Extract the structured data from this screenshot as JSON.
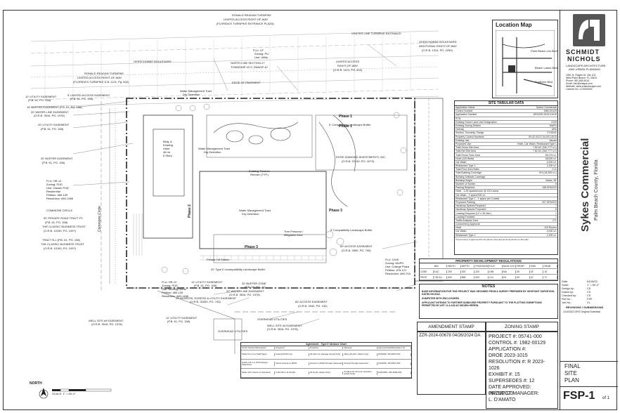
{
  "firm": {
    "name_line1": "SCHMIDT",
    "name_line2": "NICHOLS",
    "tagline1": "LANDSCAPE ARCHITECTURE",
    "tagline2": "AND URBAN PLANNING",
    "address1": "1551 N. Flagler Dr. Ste 102",
    "address2": "West Palm Beach, FL 33401",
    "phone": "Phone: 561.684.6141",
    "email": "Email: info@snlapa.com",
    "website": "Website: www.snlandscape.com",
    "license": "License No. LC0000032"
  },
  "project": {
    "title": "Sykes Commercial",
    "location": "Palm Beach County, Florida"
  },
  "titleblock": {
    "rows": [
      {
        "label": "Date:",
        "value": "04/18/22"
      },
      {
        "label": "Scale:",
        "value": "1\" = 50'-0\""
      },
      {
        "label": "Design by:",
        "value": "CS"
      },
      {
        "label": "Drawn by:",
        "value": "CS"
      },
      {
        "label": "Checked by:",
        "value": "CS"
      },
      {
        "label": "File No.:",
        "value": "FSP"
      },
      {
        "label": "Job No.:",
        "value": "21-"
      }
    ],
    "revisions_title": "REVISIONS / SUBMISSIONS",
    "revision_1": "1/24/2022 DRO Original Submittal",
    "sheet_name_1": "FINAL",
    "sheet_name_2": "SITE",
    "sheet_name_3": "PLAN",
    "sheet_number": "FSP-1",
    "sheet_of": "of 1"
  },
  "location_map": {
    "title": "Location Map",
    "label_1": "Palm Beach Lks Blvd",
    "label_2": "Beach Lakes Blvd",
    "label_3": "Southern Blvd"
  },
  "site_table": {
    "title": "SITE TABULAR DATA",
    "rows": [
      {
        "label": "Application Name",
        "value": "Sykes Commercial"
      },
      {
        "label": "Control Number",
        "value": "1982-00129"
      },
      {
        "label": "Application Number",
        "value": "DRO/DE 2023-01015"
      },
      {
        "label": "PCN",
        "value": ""
      },
      {
        "label": "Existing Future Land Use Designation",
        "value": "CH/5"
      },
      {
        "label": "Existing Zoning District",
        "value": "MUPD"
      },
      {
        "label": "Overlay",
        "value": "URA"
      },
      {
        "label": "Section, Township, Range",
        "value": "27/43/42"
      },
      {
        "label": "Property Control Numbers",
        "value": "00-42-43-27-04-001-0010"
      },
      {
        "label": "Existing Use",
        "value": "Vacant"
      },
      {
        "label": "Proposed Use",
        "value": "Hotel, Car Wash, Restaurant Type 1"
      },
      {
        "label": "Total Gross Site Area",
        "value": "7.82 AC (340,777 s.f.)"
      },
      {
        "label": "Total Net Site Area",
        "value": "7.82 AC (340,777 s.f.)"
      },
      {
        "label": "Total Gross Floor Area",
        "value": "84,079 s.f."
      },
      {
        "label": "Hotel (120 Beds)",
        "value": "48,000 s.f."
      },
      {
        "label": "Car Wash",
        "value": "4,000 s.f."
      },
      {
        "label": "Restaurant Type 1",
        "value": "1,200 s.f."
      },
      {
        "label": "Total Floor Area Ratio",
        "value": "0.11"
      },
      {
        "label": "Total Building Coverage",
        "value": "6% (16,309 s.f.)"
      },
      {
        "label": "Building Setback Coverage",
        "value": ""
      },
      {
        "label": "Building Height",
        "value": "Varies, 98'"
      },
      {
        "label": "Number of Stories",
        "value": "6"
      },
      {
        "label": "Parking Required",
        "value": "198 SPACES"
      },
      {
        "label": "Hotel - 1.25 spaces/room @ 120 rooms",
        "value": ""
      },
      {
        "label": "Car Wash - 1 space/200 s.f.",
        "value": ""
      },
      {
        "label": "Restaurant Type 1 - 1 space per 3 seats",
        "value": ""
      },
      {
        "label": "Proposed Parking",
        "value": "207 SPACES"
      },
      {
        "label": "Handicap Spaces Required",
        "value": "7"
      },
      {
        "label": "Handicap Spaces Proposed",
        "value": "8"
      },
      {
        "label": "Loading Required (12' x 35' Min.)",
        "value": "1"
      },
      {
        "label": "Loading Provided",
        "value": "1"
      },
      {
        "label": "Traffic Analysis Zone",
        "value": "271"
      },
      {
        "label": "Concurrency Approval",
        "value": ""
      },
      {
        "label": "Hotel",
        "value": "120 Rooms"
      },
      {
        "label": "Car Wash",
        "value": "4,000 s.f."
      },
      {
        "label": "Restaurant Type 1",
        "value": "1,200 s.f."
      }
    ],
    "footnote": "*Concurrency is approved for the above uses and amounts shown on this plan"
  },
  "property_table": {
    "title": "PROPERTY DEVELOPMENT REGULATIONS",
    "headers": [
      "",
      "MIN.",
      "WIDTH",
      "DEPTH",
      "FRONTAGE",
      "F.A.R.",
      "BLDG COV.",
      "FRONT",
      "SIDE",
      "REAR"
    ],
    "row_1": [
      "CODE",
      "5 AC",
      "200'",
      "200'",
      "200'",
      "0.85",
      "N/A",
      "25'",
      "15'",
      "15'"
    ],
    "row_2": [
      "PROP.",
      "7.82 AC",
      "600'",
      "568'",
      "600'",
      "0.11",
      "6%",
      "50'",
      "41'",
      "71'"
    ]
  },
  "notes": {
    "title": "NOTES",
    "note_1": "BASE INFORMATION FOR THIS PROJECT WAS OBTAINED FROM A SURVEY PREPARED BY GEOPOINT SURVEYING, DATED 09/10/18.",
    "note_2": "DUMPSTER WITH ENCLOSURES",
    "note_3": "APPLICANT INTENDS TO FURTHER SUBDIVIDE PROPERTY PURSUANT TO THE PLATTING EXEMPTIONS PERMITTED BY ART 11.A.6.B AS SHOWN HEREIN."
  },
  "amendment_stamp": {
    "title": "AMENDMENT STAMP",
    "text": "ZZR-2024-00678 04/26/2024  DA"
  },
  "zoning_stamp": {
    "title": "ZONING STAMP",
    "lines": [
      "PROJECT #: 05741-000",
      "CONTROL #: 1982-00129",
      "APPLICATION #:",
      "DROE 2023-1015",
      "RESOLUTION #: R 2023-1026",
      "",
      "EXHIBIT #: 15",
      "SUPERSEDES #: 12",
      "DATE APPROVED: 08/25/2023",
      "PROJECT MANAGER:",
      "L. D'AMATO"
    ]
  },
  "agreement_table": {
    "title": "Agreement - Type II Variance Chart",
    "headers": [
      "ULDC Section/Description",
      "Required",
      "Provided",
      "Variance",
      "Approval Date/Resolution No."
    ],
    "rows": [
      [
        "Table 6.D.1.A.2 Wall Signs",
        "Facing ROW only",
        "All other (ie signage (Hotel Only)",
        "Allow all other (Hotel only)",
        "1/6/2009 / ZR-2007-001"
      ],
      [
        "Article 3.E.1.C POD Design Objectives",
        "Direct Access to ROW",
        "Access to ROW through easement",
        "Access through easement",
        "1/6/2009 / ZR-2007-001"
      ],
      [
        "Table 4.B.1 Hours of Operation",
        "6:00 AM to 11:00 AM",
        "24 Hours (Hotel Only)",
        "To allow for 24 hour operation (Hotel Only)",
        "12/6/2009 / ZR-2009-003"
      ]
    ]
  },
  "north_arrow": {
    "label": "NORTH",
    "scale": "SCALE: 1\" = 50'-0\""
  },
  "plan_labels": {
    "top_1": "RONALD REAGAN TURNPIKE",
    "top_2": "LIMITED ACCESS RIGHT-OF-WAY",
    "top_3": "(FLORIDA'S TURNPIKE ENTRANCE PLAZA)",
    "center_line": "CENTER LINE TURNPIKE ENTRANCE",
    "okee_1": "OKEECHOBEE BOULEVARD",
    "okee_2": "ADDITIONAL RIGHT-OF-WAY",
    "okee_3": "(O.R.B. 1314, PG. 1090)",
    "flu_ut": "FLU: UT",
    "zoning_pu": "Zoning: PU",
    "use_utility": "Use: Utility",
    "okee_blvd": "OKEECHOBEE BOULEVARD",
    "north_line": "NORTH LINE SECTION 27",
    "township": "TOWNSHIP 43 S, RANGE 42",
    "limited_access_1": "LIMITED ACCESS",
    "limited_access_2": "RIGHT-OF-WAY",
    "limited_access_3": "(O.R.B. 1121, PG. 602)",
    "ronald_1": "RONALD REAGAN TURNPIKE",
    "ronald_2": "LIMITED ACCESS RIGHT-OF-WAY",
    "ronald_3": "(FLORIDA'S TURNPIKE D.B. 1121, Pg. 602)",
    "edge_pavement": "EDGE OF PAVEMENT",
    "util_ease_1": "12' UTILITY EASEMENT",
    "util_ease_1b": "(P.B. 61, PG. 158)",
    "limited_access_ease": "5' LIMITED ACCESS EASEMENT",
    "limited_access_ease_b": "(P.B. 61, PG. 158)",
    "buffer_ease": "15' BUFFER EASEMENT (P.B. 61, PG. 158)",
    "water_line_1": "20' WATER LINE EASEMENT",
    "water_line_1b": "(O.R.B. 3516, PG. 1978)",
    "util_20": "20' UTILITY EASEMENT",
    "util_20b": "(P.B. 61, PG. 158)",
    "buffer_20": "20' BUFFER EASEMENT",
    "buffer_20b": "(P.B. 61, PG. 158)",
    "flu_hr12": "FLU: HR-12",
    "zoning_pud": "Zoning: PUD",
    "use_classic": "Use: Classic PUD",
    "use_residential": "Residential",
    "petition_1": "Petition: #80-139",
    "resolution_1": "Resolution: #80-1466",
    "commons_circle": "COMMONS CIRCLE",
    "tract_1": "52' PRIVATE ROAD TRACT P1",
    "tract_1b": "(P.B. 61, PG. 158)",
    "classic_1": "THE CLASSIC BUSINESS TRUST",
    "classic_1b": "(O.R.B. 10150, PG. 1097)",
    "tract_b1": "TRACT B-1 (P.B. 61, PG. 158)",
    "classic_2": "THE CLASSIC BUSINESS TRUST",
    "classic_2b": "(O.R.B. 10150, PG. 1097)",
    "commons_road": "Commons Circle",
    "phase_1a": "Phase 1",
    "phase_1b": "Phase 1",
    "phase_2": "Phase 2",
    "phase_3": "Phase 3",
    "phase_3b": "Phase 3",
    "rose_diamond": "ROSE DIAMOND INVESTMENTS, INC.",
    "rose_diamond_b": "(O.R.B. 22130, PG. 1673)",
    "flu_ch8": "FLU: CH/8",
    "zoning_mupd": "Zoning: MUPD",
    "use_college": "Use: College Plaza",
    "petition_2": "Petition: #76-121",
    "resolution_2": "Resolution: #80-704",
    "flu_hr12b": "FLU: HR-12",
    "zoning_pudb": "Zoning: PUD",
    "use_nursing": "Use: Nursing Home",
    "petition_3": "Petition: #80-139",
    "resolution_3": "Resolution: #80-1466",
    "util_12_bot": "12' UTILITY EASEMENT",
    "util_12_botb": "(P.B. 61, PG. 158)",
    "buffer_20_bot": "20' BUFFER ZONE",
    "buffer_20_botb": "(P.B. 53, PG. 17)",
    "water_20_bot": "20' WATER LINE EASEMENT",
    "water_20_botb": "(O.R.B. 3516, PG. 1978)",
    "ingress_ease": "20' INGRESS, EGRESS & UTILITY EASEMENT",
    "ingress_easeb": "(O.R.B. 32450, PG. 743)",
    "access_ease": "60' ACCESS EASEMENT",
    "access_easeb": "(O.R.B. 2940, PG. 132)",
    "access_ease_right": "60' ACCESS EASEMENT",
    "access_ease_rightb": "(O.R.B. 2890, PG. 795)",
    "overhead_1": "OVERHEAD UTILITIES",
    "overhead_2": "OVERHEAD UTILITIES",
    "well_1": "WELL SITE #5 EASEMENT",
    "well_1b": "(O.R.B. 3516, PG. 1978)",
    "util_12_bot2": "12' UTILITY EASEMENT",
    "util_12_bot2b": "(P.B. 61, PG. 158)",
    "well_2": "WELL SITE #4 EASEMENT",
    "well_2b": "(O.R.B. 3516, PG. 1978)",
    "water_mgmt_1": "Water Management Tract",
    "water_mgmt_1b": "Dry Detention",
    "water_mgmt_2": "Water Management Tract",
    "water_mgmt_2b": "Dry Detention",
    "water_mgmt_3": "Water Management Tract",
    "water_mgmt_3b": "Dry Detention",
    "existing_trees": "Existing Trees to",
    "existing_trees_b": "Remain (TYP.)",
    "tree_preserve": "Tree Preserve /",
    "tree_preserve_b": "Mitigation Area",
    "bldg_a": "Bldg. A",
    "bldg_a_2": "Existing",
    "bldg_a_3": "Hotel",
    "bldg_a_4": "48 rm",
    "bldg_a_5": "6 Story",
    "private_lift": "Private Lift Station",
    "compat_buffer": "5' Compatibility Landscape Buffer",
    "compat_buffer_b": "5' Compatibility Landscape Buffer",
    "type2_buffer": "20' Type II Incompatibility Landscape Buffer"
  }
}
